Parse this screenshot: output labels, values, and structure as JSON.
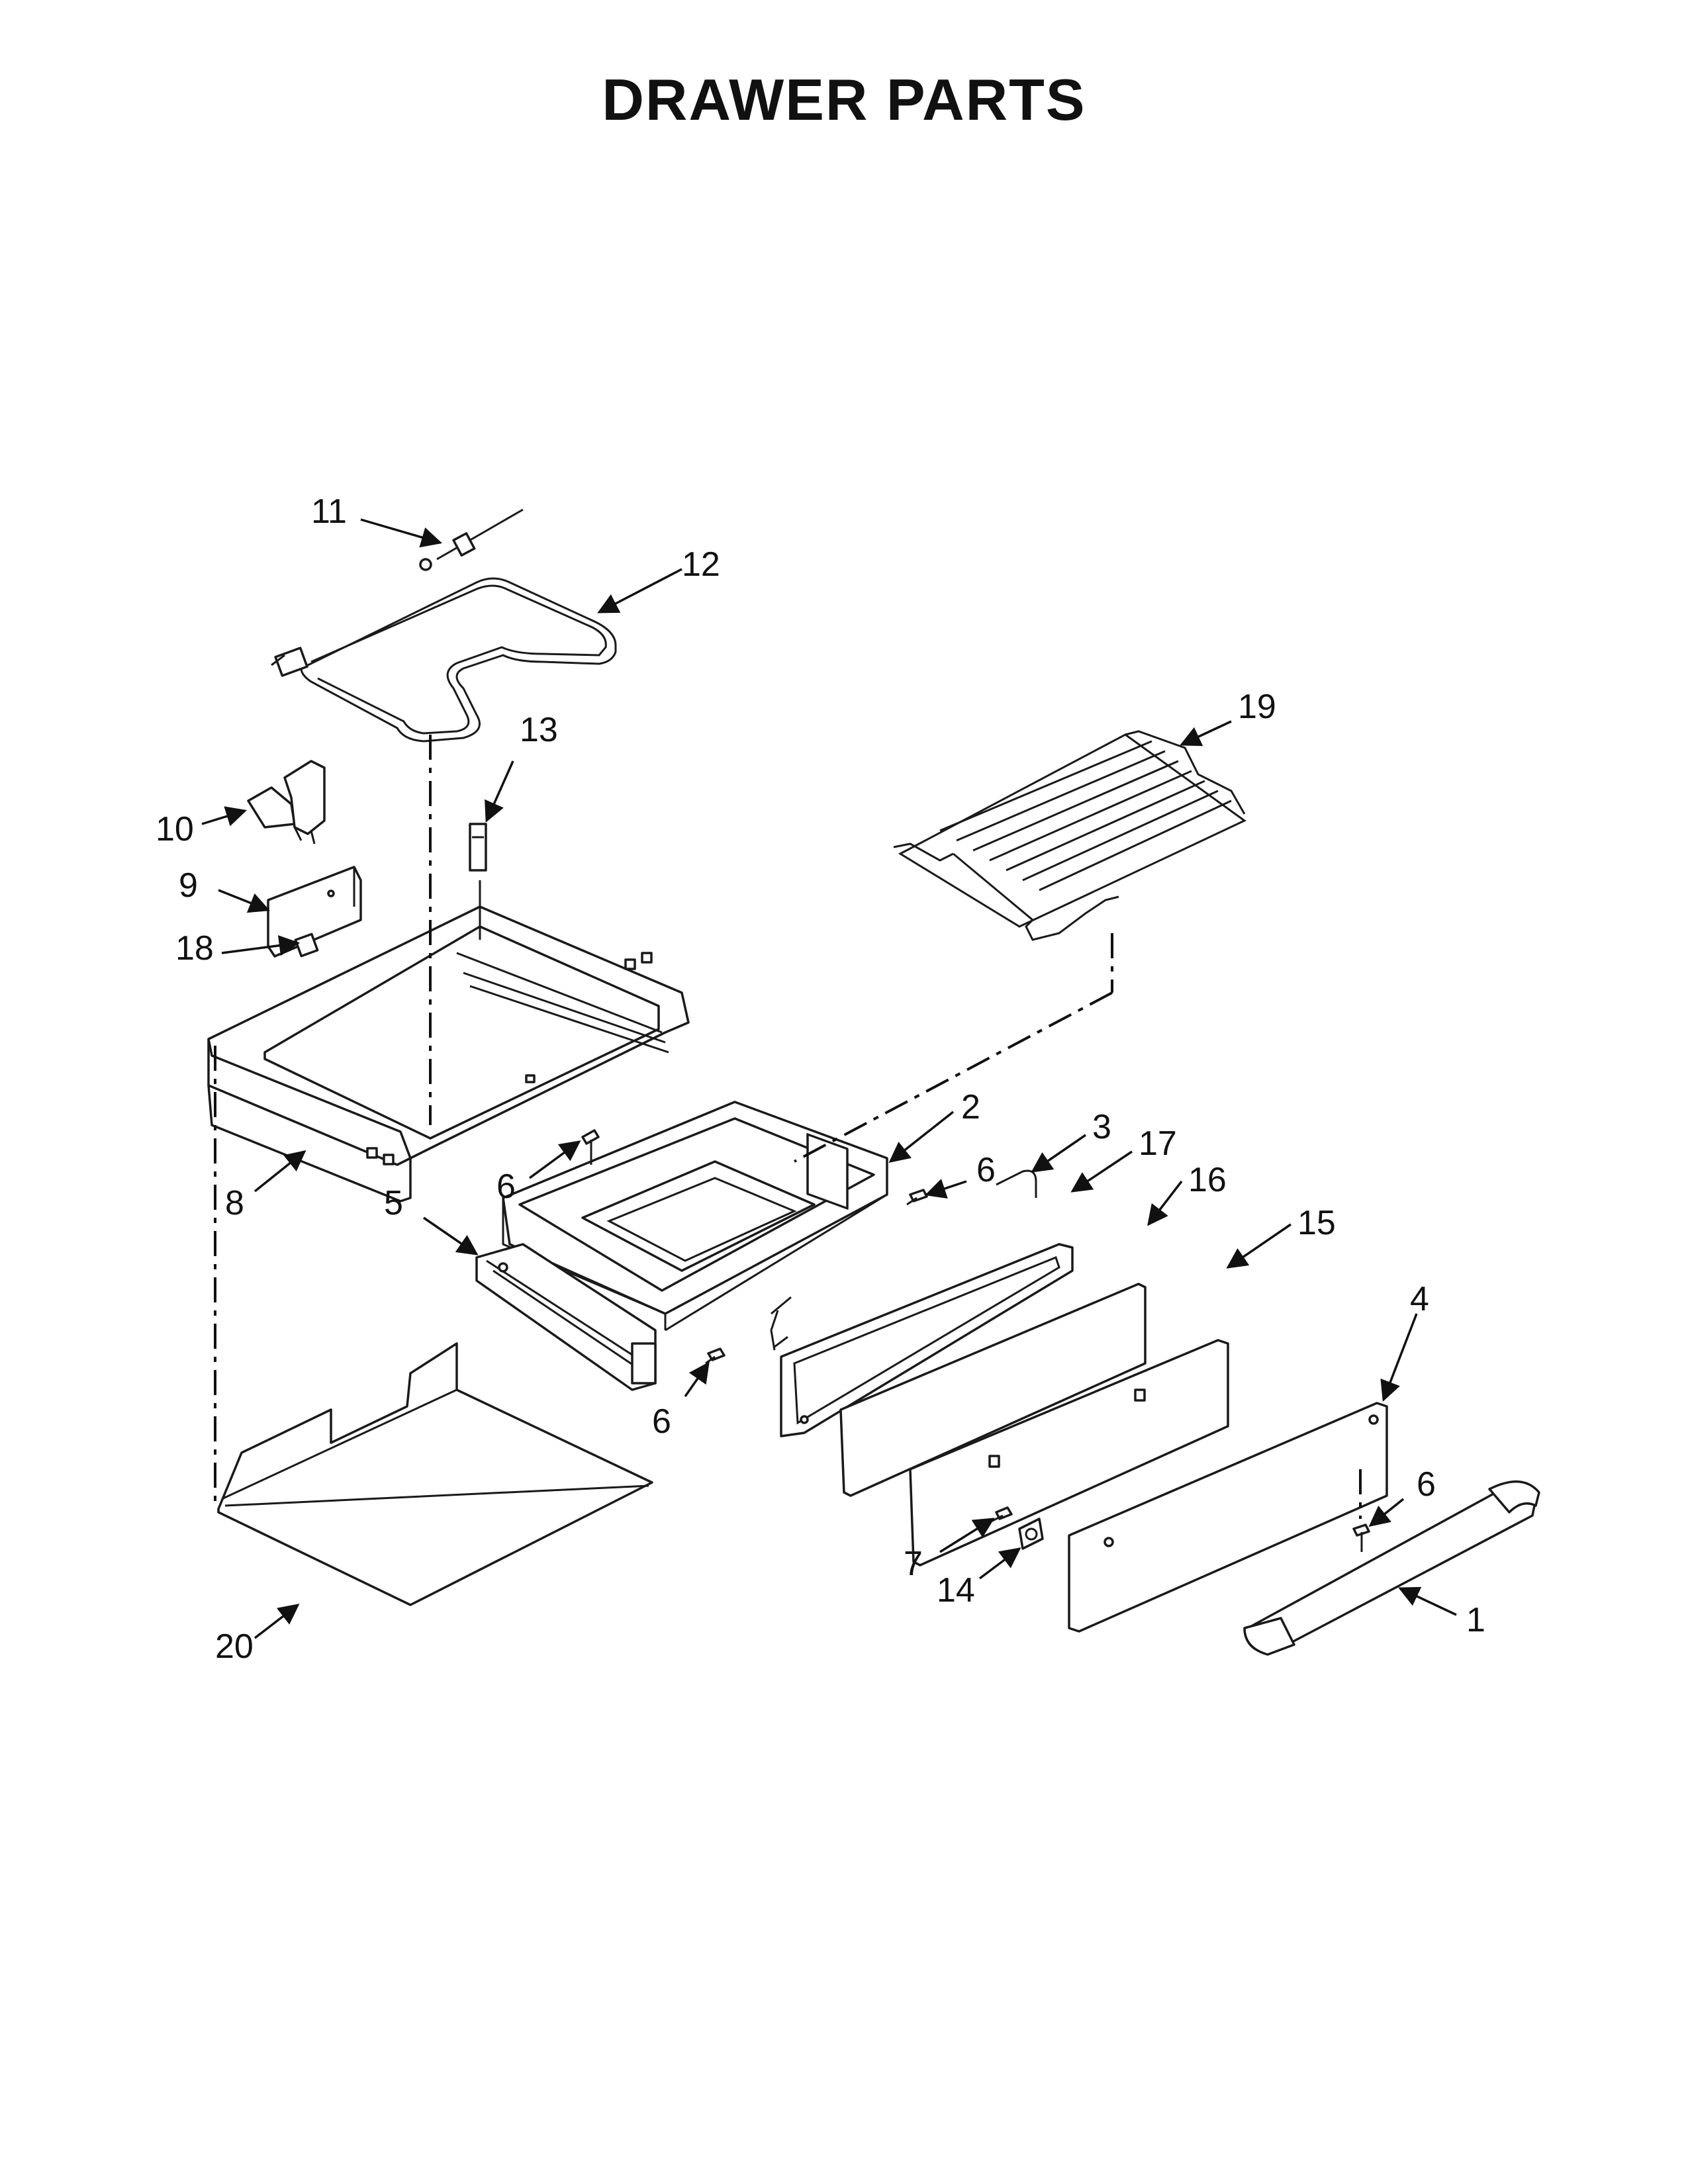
{
  "title": "DRAWER PARTS",
  "callouts": {
    "c1": "1",
    "c2": "2",
    "c3": "3",
    "c4": "4",
    "c5": "5",
    "c6a": "6",
    "c6b": "6",
    "c6c": "6",
    "c6d": "6",
    "c7": "7",
    "c8": "8",
    "c9": "9",
    "c10": "10",
    "c11": "11",
    "c12": "12",
    "c13": "13",
    "c14": "14",
    "c15": "15",
    "c16": "16",
    "c17": "17",
    "c18": "18",
    "c19": "19",
    "c20": "20"
  }
}
